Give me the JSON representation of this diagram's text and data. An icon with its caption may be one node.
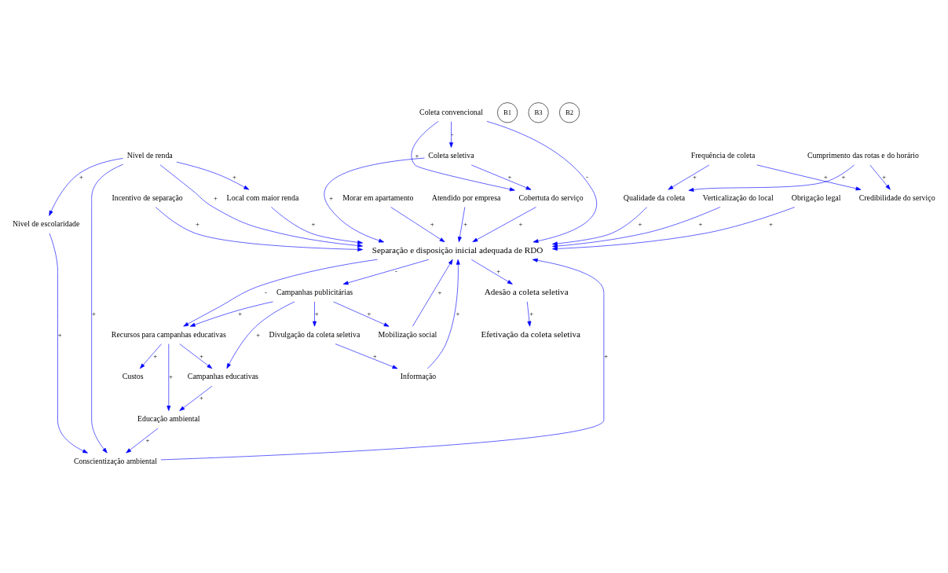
{
  "diagram": {
    "nodes": [
      {
        "text": [
          "Efetivação da coleta seletiva"
        ]
      },
      {
        "text": [
          "Adesão a coleta seletiva"
        ]
      },
      {
        "text": [
          "Nivel de escolaridade"
        ]
      },
      {
        "text": [
          "Nível de renda"
        ]
      },
      {
        "text": [
          "Local com maior renda"
        ]
      },
      {
        "text": [
          "Verticalização do local"
        ]
      },
      {
        "text": [
          "Obrigação legal"
        ]
      },
      {
        "text": [
          "Incentivo de separação"
        ]
      },
      {
        "text": [
          "Cobertuta do serviço"
        ]
      },
      {
        "text": [
          "Conscientização ambiental"
        ]
      },
      {
        "text": [
          "Separação e disposição inicial adequada de RDO"
        ]
      },
      {
        "text": [
          "Coleta convencional"
        ]
      },
      {
        "text": [
          "Educação ambiental"
        ]
      },
      {
        "text": [
          "Coleta seletiva"
        ]
      },
      {
        "text": [
          "Informação"
        ]
      },
      {
        "text": [
          "Morar em apartamento"
        ]
      },
      {
        "text": [
          "Recursos para campanhas educativas"
        ]
      },
      {
        "text": [
          "Custos"
        ]
      },
      {
        "text": [
          "Atendido por empresa"
        ]
      },
      {
        "text": [
          "Divulgação da coleta seletiva"
        ]
      },
      {
        "text": [
          "Credibilidade do serviço"
        ]
      },
      {
        "text": [
          "Qualidade da coleta"
        ]
      },
      {
        "text": [
          "Campanhas educativas"
        ]
      },
      {
        "text": [
          "Campanhas publicitárias"
        ]
      },
      {
        "text": [
          "Mobilização social"
        ]
      },
      {
        "text": [
          "Frequência de coleta"
        ]
      },
      {
        "text": [
          "Cumprimento das rotas e do horário"
        ]
      }
    ],
    "edges": [
      {
        "from": 1,
        "to": 0,
        "arrow": "to",
        "label": "+"
      },
      {
        "from": 3,
        "to": 2,
        "arrow": "to",
        "label": "+"
      },
      {
        "from": 3,
        "to": 4,
        "arrow": "to",
        "label": "+"
      },
      {
        "from": 3,
        "to": 9,
        "arrow": "to",
        "label": "+"
      },
      {
        "from": 2,
        "to": 9,
        "arrow": "to",
        "label": "+"
      },
      {
        "from": 3,
        "to": 10,
        "arrow": "to",
        "label": "+"
      },
      {
        "from": 4,
        "to": 10,
        "arrow": "to",
        "label": "+"
      },
      {
        "from": 5,
        "to": 10,
        "arrow": "to",
        "label": "+"
      },
      {
        "from": 10,
        "to": 1,
        "arrow": "to",
        "label": "+"
      },
      {
        "from": 6,
        "to": 10,
        "arrow": "to",
        "label": "+"
      },
      {
        "from": 7,
        "to": 10,
        "arrow": "to",
        "label": "+"
      },
      {
        "from": 8,
        "to": 10,
        "arrow": "to",
        "label": "+"
      },
      {
        "from": 9,
        "to": 10,
        "arrow": "to",
        "label": "+"
      },
      {
        "from": 11,
        "to": 8,
        "arrow": "to",
        "label": "+"
      },
      {
        "from": 11,
        "to": 10,
        "arrow": "to",
        "label": "-"
      },
      {
        "from": 11,
        "to": 13,
        "arrow": "to",
        "label": "-"
      },
      {
        "from": 13,
        "to": 8,
        "arrow": "to",
        "label": "+"
      },
      {
        "from": 13,
        "to": 10,
        "arrow": "to",
        "label": "+"
      },
      {
        "from": 12,
        "to": 9,
        "arrow": "to",
        "label": "+"
      },
      {
        "from": 15,
        "to": 10,
        "arrow": "to",
        "label": "+"
      },
      {
        "from": 18,
        "to": 10,
        "arrow": "to",
        "label": "+"
      },
      {
        "from": 21,
        "to": 10,
        "arrow": "to",
        "label": "+"
      },
      {
        "from": 10,
        "to": 16,
        "arrow": "to",
        "label": "-"
      },
      {
        "from": 10,
        "to": 23,
        "arrow": "to",
        "label": "-"
      },
      {
        "from": 16,
        "to": 12,
        "arrow": "to",
        "label": "+"
      },
      {
        "from": 16,
        "to": 17,
        "arrow": "to",
        "label": "+"
      },
      {
        "from": 16,
        "to": 22,
        "arrow": "to",
        "label": "+"
      },
      {
        "from": 22,
        "to": 12,
        "arrow": "to",
        "label": "+"
      },
      {
        "from": 23,
        "to": 16,
        "arrow": "to",
        "label": "+"
      },
      {
        "from": 23,
        "to": 22,
        "arrow": "to",
        "label": "+"
      },
      {
        "from": 23,
        "to": 19,
        "arrow": "to",
        "label": "+"
      },
      {
        "from": 23,
        "to": 24,
        "arrow": "to",
        "label": "+"
      },
      {
        "from": 19,
        "to": 14,
        "arrow": "to",
        "label": "+"
      },
      {
        "from": 14,
        "to": 10,
        "arrow": "to",
        "label": "+"
      },
      {
        "from": 24,
        "to": 10,
        "arrow": "to",
        "label": "+"
      },
      {
        "from": 25,
        "to": 20,
        "arrow": "to",
        "label": "+"
      },
      {
        "from": 25,
        "to": 21,
        "arrow": "to",
        "label": "+"
      },
      {
        "from": 26,
        "to": 20,
        "arrow": "to",
        "label": "+"
      },
      {
        "from": 26,
        "to": 21,
        "arrow": "to",
        "label": "+"
      }
    ],
    "labels": [
      "B1",
      "B3",
      "B2"
    ]
  }
}
